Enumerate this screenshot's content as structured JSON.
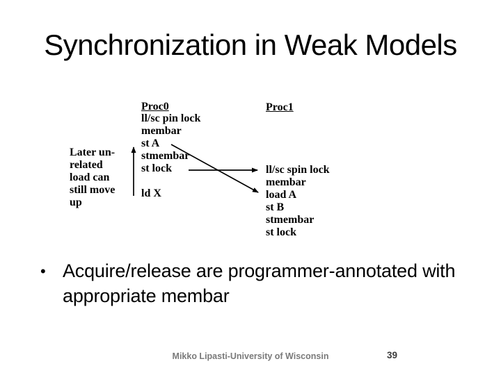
{
  "slide": {
    "title": "Synchronization in Weak Models",
    "diagram": {
      "left_caption": "Later un-\nrelated\nload can\nstill move\nup",
      "proc0": {
        "heading": "Proc0",
        "body": "ll/sc pin lock\nmembar\nst A\nstmembar\nst lock\n\nld X"
      },
      "proc1": {
        "heading": "Proc1",
        "body": "ll/sc spin lock\nmembar\nload A\nst B\nstmembar\nst lock"
      },
      "arrows": {
        "up_arrow_meaning": "up-arrow",
        "right_arrow_meaning": "right-arrow",
        "diagonal_arrow_meaning": "diagonal-down-right-arrow"
      }
    },
    "bullet": {
      "marker": "•",
      "text": "Acquire/release are programmer-annotated with appropriate membar"
    },
    "footer": {
      "credit": "Mikko Lipasti-University of Wisconsin",
      "page_number": "39"
    },
    "colors": {
      "text": "#000000",
      "footer_gray": "#7a7a7a",
      "page_number_gray": "#3c3c3c",
      "background": "#ffffff"
    }
  }
}
